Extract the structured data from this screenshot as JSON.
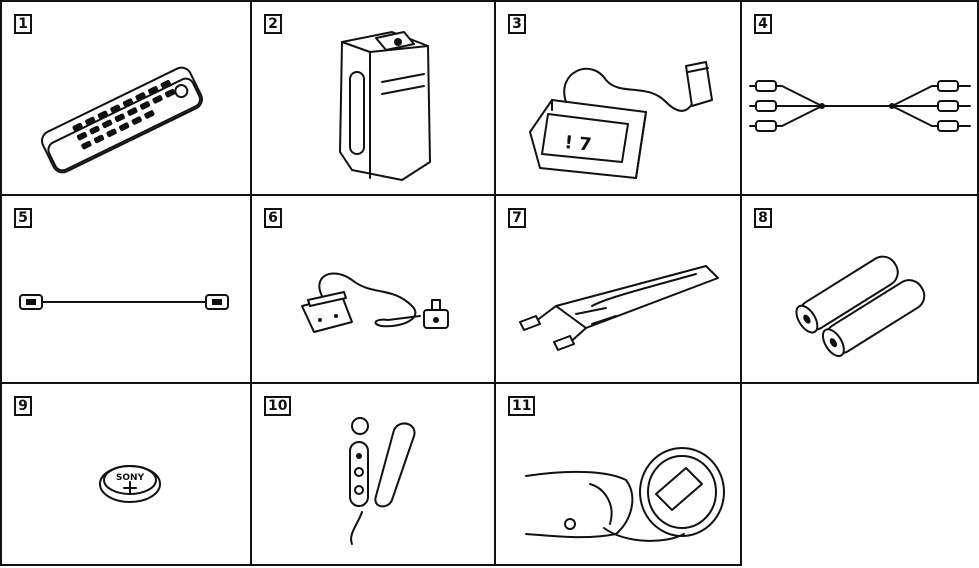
{
  "items": [
    {
      "number": "1",
      "icon": "remote-commander-icon"
    },
    {
      "number": "2",
      "icon": "battery-pack-icon"
    },
    {
      "number": "3",
      "icon": "ac-adaptor-icon"
    },
    {
      "number": "4",
      "icon": "av-cable-icon"
    },
    {
      "number": "5",
      "icon": "connecting-cable-icon"
    },
    {
      "number": "6",
      "icon": "dc-cable-icon"
    },
    {
      "number": "7",
      "icon": "shoulder-strap-icon"
    },
    {
      "number": "8",
      "icon": "aa-batteries-icon"
    },
    {
      "number": "9",
      "icon": "lithium-battery-icon",
      "battery_text": "SONY"
    },
    {
      "number": "10",
      "icon": "lens-hood-icon"
    },
    {
      "number": "11",
      "icon": "lens-cap-icon"
    }
  ]
}
